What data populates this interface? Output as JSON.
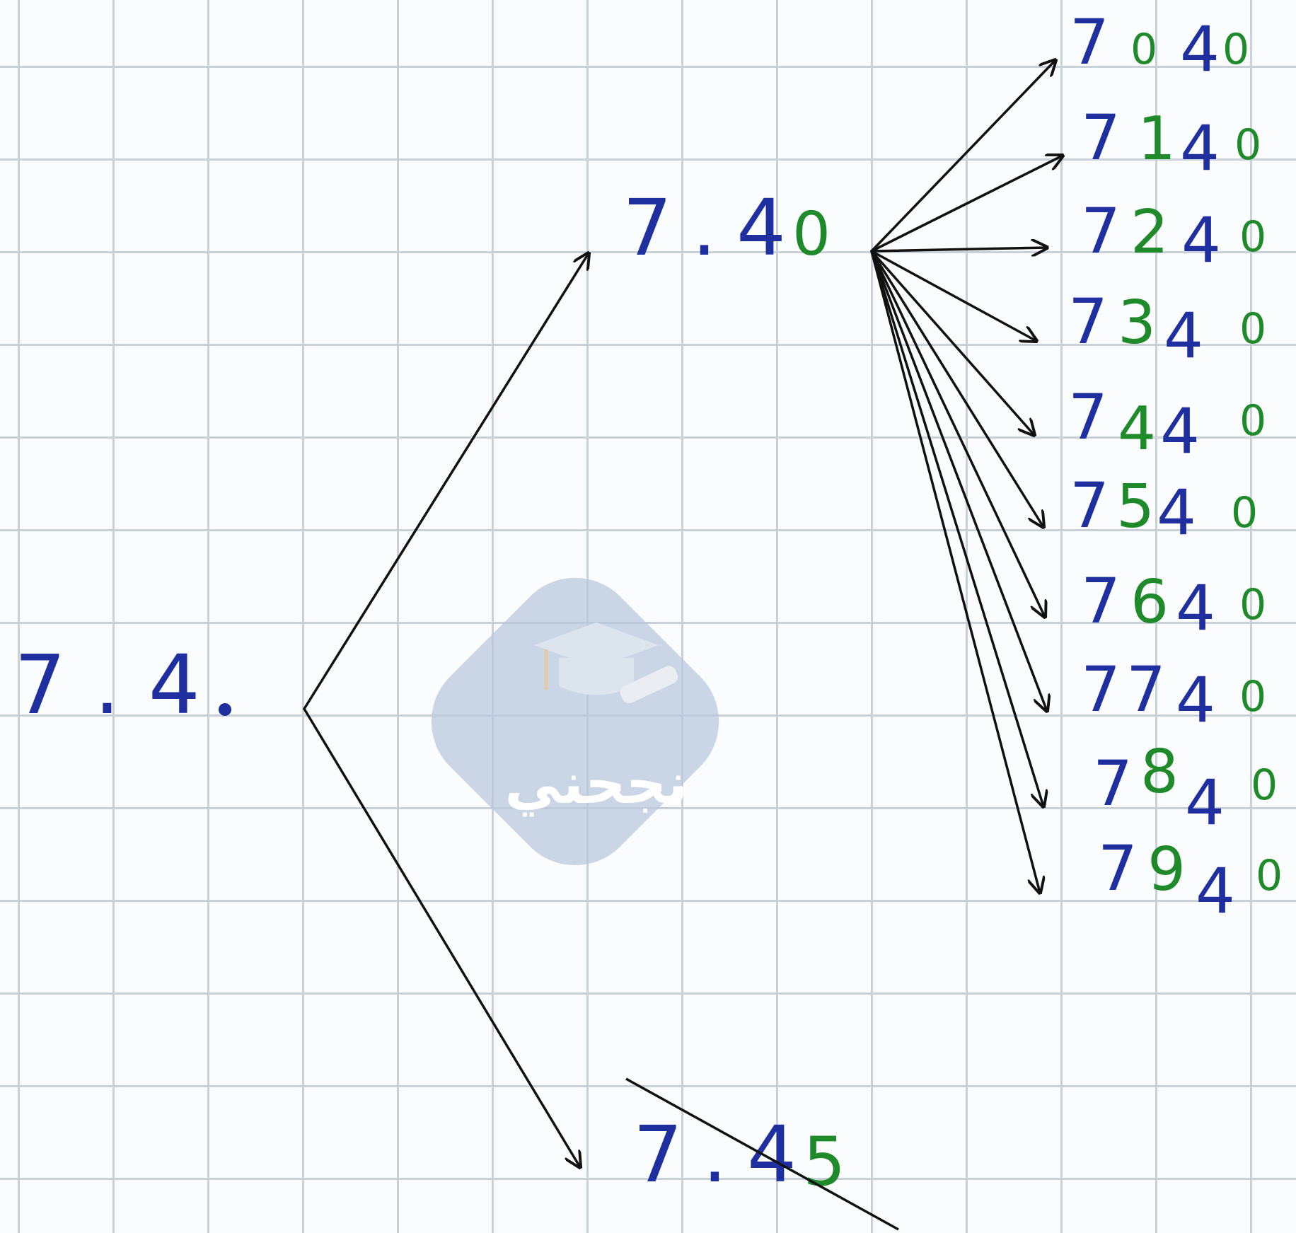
{
  "root": {
    "prefix": "7.4",
    "blank": "."
  },
  "branch_top": {
    "prefix": "7.4",
    "digit": "0"
  },
  "branch_bottom": {
    "prefix": "7.4",
    "digit": "5",
    "crossed_out": true
  },
  "leaves": [
    {
      "a": "7",
      "b": "0",
      "c": "4",
      "d": "0"
    },
    {
      "a": "7",
      "b": "1",
      "c": "4",
      "d": "0"
    },
    {
      "a": "7",
      "b": "2",
      "c": "4",
      "d": "0"
    },
    {
      "a": "7",
      "b": "3",
      "c": "4",
      "d": "0"
    },
    {
      "a": "7",
      "b": "4",
      "c": "4",
      "d": "0"
    },
    {
      "a": "7",
      "b": "5",
      "c": "4",
      "d": "0"
    },
    {
      "a": "7",
      "b": "6",
      "c": "4",
      "d": "0"
    },
    {
      "a": "7",
      "b": "7",
      "c": "4",
      "d": "0"
    },
    {
      "a": "7",
      "b": "8",
      "c": "4",
      "d": "0"
    },
    {
      "a": "7",
      "b": "9",
      "c": "4",
      "d": "0"
    }
  ],
  "watermark": {
    "text": "نجحني",
    "icon": "graduation-cap-icon"
  },
  "colors": {
    "given_digits": "#1f2fa0",
    "new_digits": "#1f8a2a",
    "arrows": "#111111",
    "grid": "#c9d0d8"
  }
}
